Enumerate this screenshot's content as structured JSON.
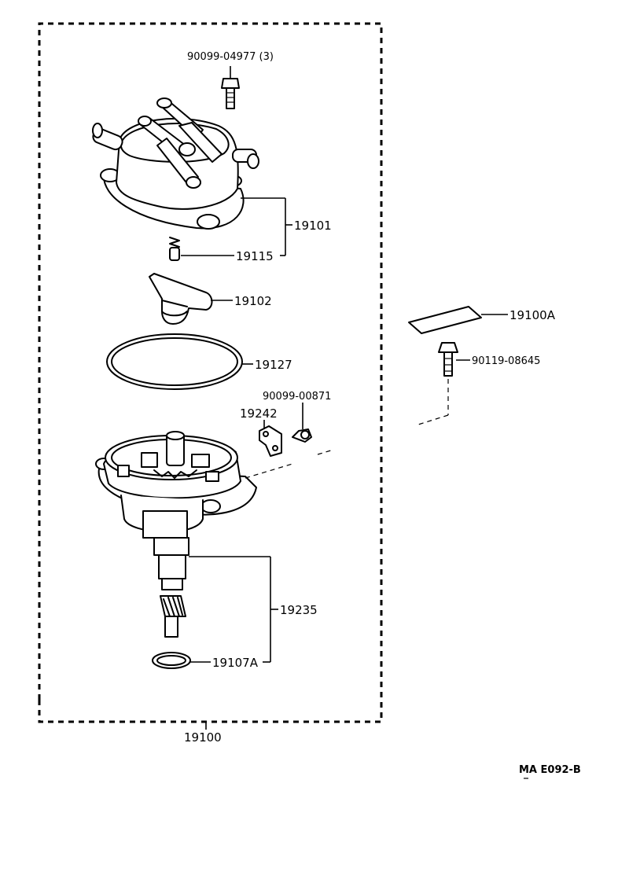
{
  "parts": {
    "bolt_cap": "90099-04977 (3)",
    "cap_assy": "19101",
    "cap_carbon": "19115",
    "rotor": "19102",
    "gasket": "19127",
    "screw_clamp": "90099-00871",
    "clamp": "19242",
    "housing_assy": "19235",
    "o_ring": "19107A",
    "distributor_assy": "19100",
    "label": "19100A",
    "bolt_mount": "90119-08645"
  },
  "diagram_code": "MA E092-B",
  "colors": {
    "ink": "#000000",
    "paper": "#ffffff"
  }
}
